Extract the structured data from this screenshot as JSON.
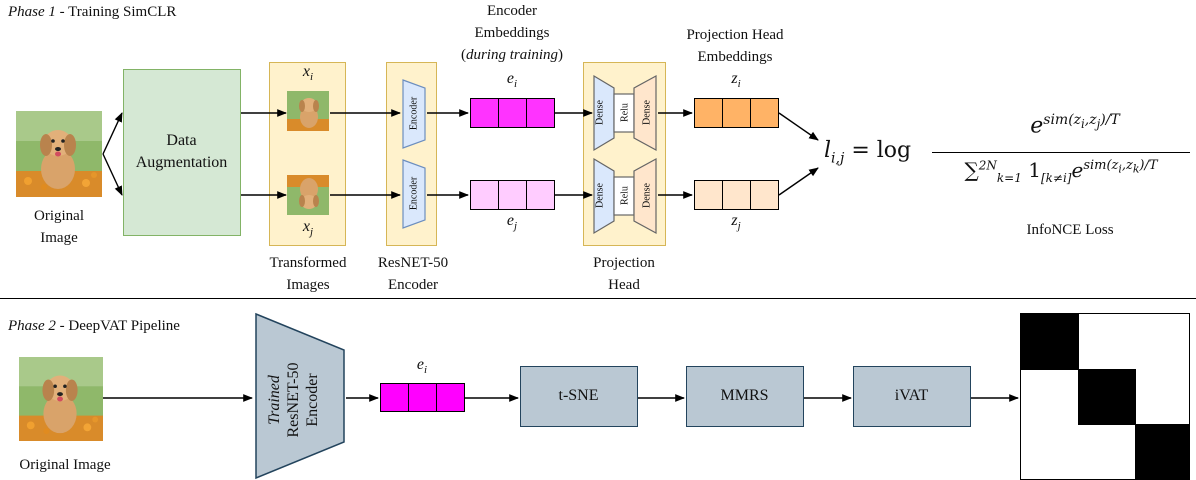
{
  "phase1": {
    "label_italic": "Phase 1",
    "label_rest": " - Training SimCLR",
    "original_image_label_line1": "Original",
    "original_image_label_line2": "Image",
    "data_augmentation_line1": "Data",
    "data_augmentation_line2": "Augmentation",
    "xi": "x",
    "xi_sub": "i",
    "xj": "x",
    "xj_sub": "j",
    "transformed_images_line1": "Transformed",
    "transformed_images_line2": "Images",
    "encoder_text": "Encoder",
    "resnet_line1": "ResNET-50",
    "resnet_line2": "Encoder",
    "enc_emb_line1": "Encoder",
    "enc_emb_line2": "Embeddings",
    "enc_emb_line3_open": "(",
    "enc_emb_line3_italic": "during training",
    "enc_emb_line3_close": ")",
    "ei": "e",
    "ei_sub": "i",
    "ej": "e",
    "ej_sub": "j",
    "dense_text": "Dense",
    "relu_text": "Relu",
    "proj_head_line1": "Projection",
    "proj_head_line2": "Head",
    "proj_emb_line1": "Projection Head",
    "proj_emb_line2": "Embeddings",
    "zi": "z",
    "zi_sub": "i",
    "zj": "z",
    "zj_sub": "j",
    "loss_caption": "InfoNCE Loss"
  },
  "phase2": {
    "label_italic": "Phase 2",
    "label_rest": " - DeepVAT Pipeline",
    "original_image_label": "Original Image",
    "trained_encoder_italic": "Trained",
    "trained_encoder_line2": "ResNET-50",
    "trained_encoder_line3": "Encoder",
    "ei": "e",
    "ei_sub": "i",
    "tsne": "t-SNE",
    "mmrs": "MMRS",
    "ivat": "iVAT"
  },
  "colors": {
    "aug_fill": "#d5e8d4",
    "aug_border": "#82b366",
    "yellow_fill": "#fff2cc",
    "yellow_border": "#d6b656",
    "encoder_fill": "#dae8fc",
    "encoder_border": "#6c8ebf",
    "ei_fill": "#ff33ff",
    "ej_fill": "#ffccff",
    "zi_fill": "#ffb366",
    "zj_fill": "#ffe6cc",
    "dense1_fill": "#dae8fc",
    "dense2_fill": "#ffe6cc",
    "pipeline_box_fill": "#bac8d3",
    "pipeline_box_border": "#23445d",
    "trained_encoder_fill": "#bac8d3"
  }
}
